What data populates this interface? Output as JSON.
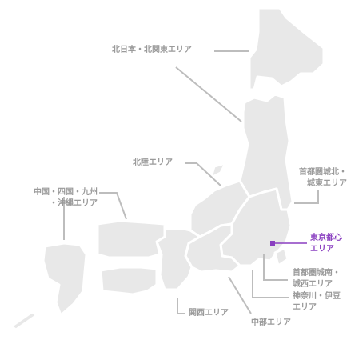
{
  "regions": {
    "hokkaido_tohoku": {
      "label": "北日本・北関東エリア",
      "color": "#9a9a9a"
    },
    "hokuriku": {
      "label": "北陸エリア",
      "color": "#9a9a9a"
    },
    "chugoku_shikoku_kyushu": {
      "line1": "中国・四国・九州",
      "line2": "・沖縄エリア",
      "color": "#9a9a9a"
    },
    "shutoken_north": {
      "line1": "首都圏城北・",
      "line2": "城東エリア",
      "color": "#9a9a9a"
    },
    "tokyo_central": {
      "line1": "東京都心",
      "line2": "エリア",
      "color": "#8a3fc0",
      "selected": true
    },
    "shutoken_south": {
      "line1": "首都圏城南・",
      "line2": "城西エリア",
      "color": "#9a9a9a"
    },
    "kanagawa_izu": {
      "line1": "神奈川・伊豆",
      "line2": "エリア",
      "color": "#9a9a9a"
    },
    "kansai": {
      "label": "関西エリア",
      "color": "#9a9a9a"
    },
    "chubu": {
      "label": "中部エリア",
      "color": "#9a9a9a"
    }
  },
  "colors": {
    "land": "#e8e8e8",
    "leader": "#bdbdbd",
    "accent": "#8a3fc0",
    "label": "#9a9a9a"
  }
}
